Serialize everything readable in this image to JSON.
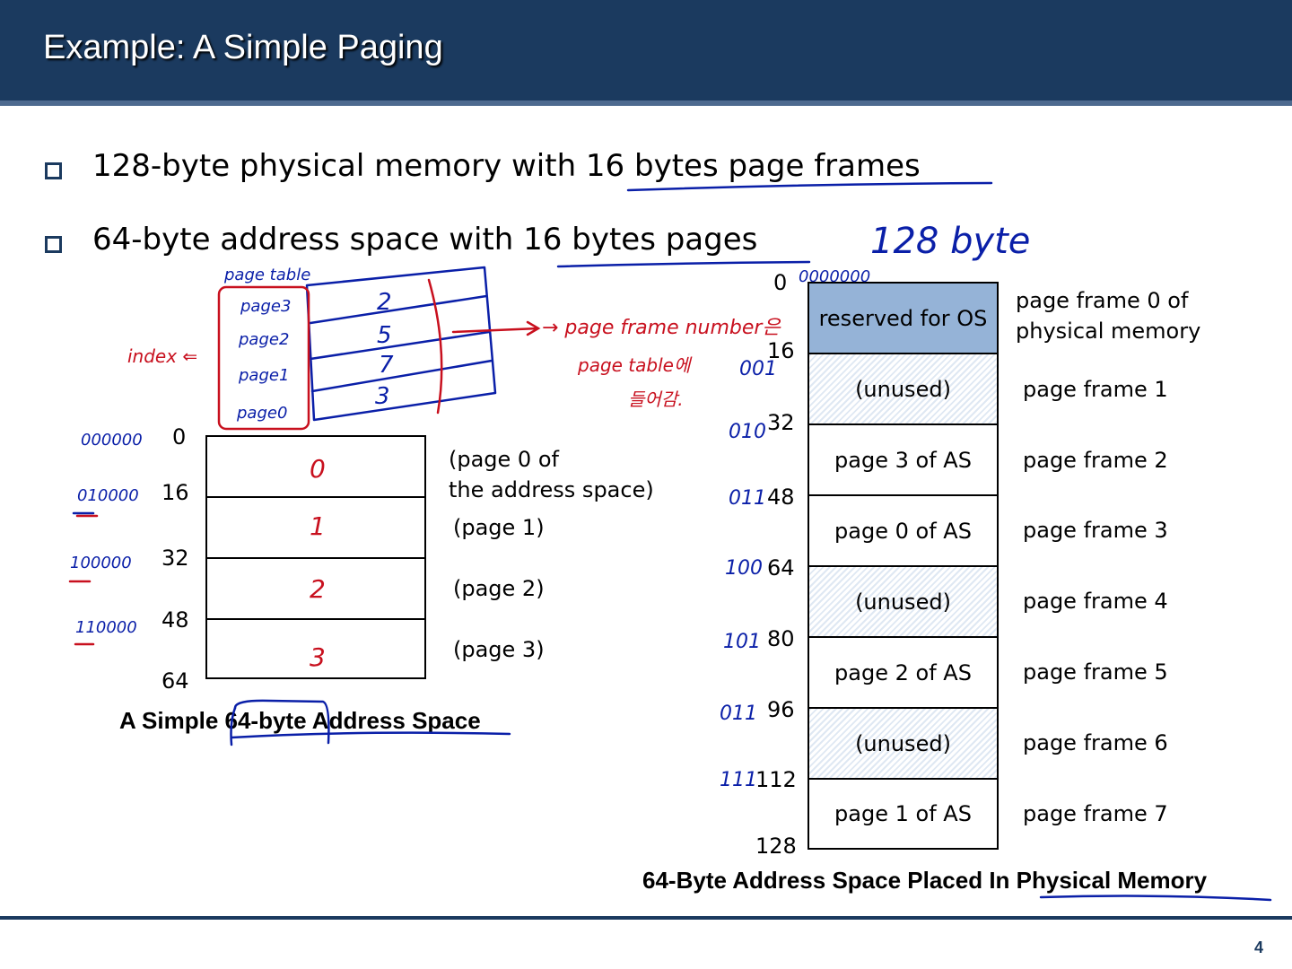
{
  "title": "Example: A Simple Paging",
  "bullets": [
    "128-byte physical memory with 16 bytes page frames",
    "64-byte address space with 16 bytes pages"
  ],
  "address_space": {
    "offsets": [
      "0",
      "16",
      "32",
      "48",
      "64"
    ],
    "page_labels": [
      "(page 0 of\nthe address space)",
      "(page 1)",
      "(page 2)",
      "(page 3)"
    ],
    "caption": "A Simple 64-byte Address Space"
  },
  "physical_memory": {
    "offsets": [
      "0",
      "16",
      "32",
      "48",
      "64",
      "80",
      "96",
      "112",
      "128"
    ],
    "cells": [
      {
        "text": "reserved for OS",
        "kind": "os"
      },
      {
        "text": "(unused)",
        "kind": "unused"
      },
      {
        "text": "page 3 of AS",
        "kind": "used"
      },
      {
        "text": "page 0 of AS",
        "kind": "used"
      },
      {
        "text": "(unused)",
        "kind": "unused"
      },
      {
        "text": "page 2 of AS",
        "kind": "used"
      },
      {
        "text": "(unused)",
        "kind": "unused"
      },
      {
        "text": "page 1 of AS",
        "kind": "used"
      }
    ],
    "frame_labels": [
      "page frame 0 of\nphysical memory",
      "page frame 1",
      "page frame 2",
      "page frame 3",
      "page frame 4",
      "page frame 5",
      "page frame 6",
      "page frame 7"
    ],
    "caption": "64-Byte Address Space Placed In Physical Memory"
  },
  "annotations": {
    "red": {
      "page_numbers": [
        "0",
        "1",
        "2",
        "3"
      ],
      "index": "index ⇐",
      "frame_note_1": "→ page frame number은",
      "frame_note_2": "page table에",
      "frame_note_3": "들어감."
    },
    "blue": {
      "size": "128 byte",
      "pt_title": "page table",
      "pt_rows": [
        "page3",
        "page2",
        "page1",
        "page0"
      ],
      "pt_values": [
        "2",
        "5",
        "7",
        "3"
      ],
      "bin_as": [
        "000000",
        "010000",
        "100000",
        "110000"
      ],
      "bin_top": "0000000",
      "bin_pm": [
        "001",
        "010",
        "011",
        "100",
        "101",
        "011",
        "111"
      ]
    }
  },
  "page_number": "4",
  "colors": {
    "header": "#1b3a5f",
    "os_fill": "#95b3d7",
    "ink_blue": "#0a1fa8",
    "ink_red": "#c8101e"
  }
}
